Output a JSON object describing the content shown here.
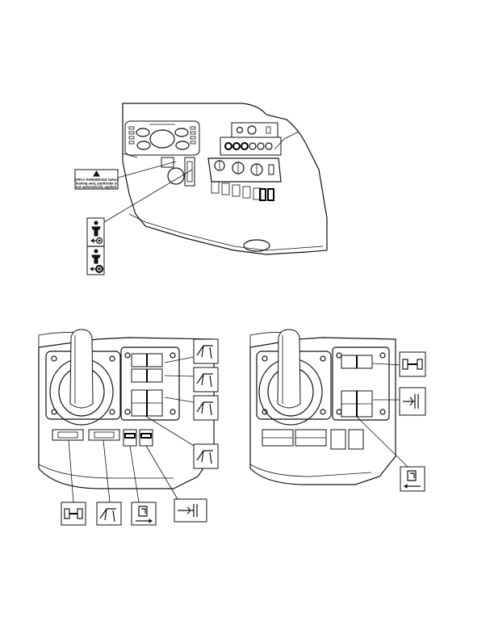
{
  "warning_decal": {
    "line1": "APPLY PARKBRAKE before",
    "line2": "leaving seat, parkbrake is",
    "line3": "not automatically applied."
  }
}
